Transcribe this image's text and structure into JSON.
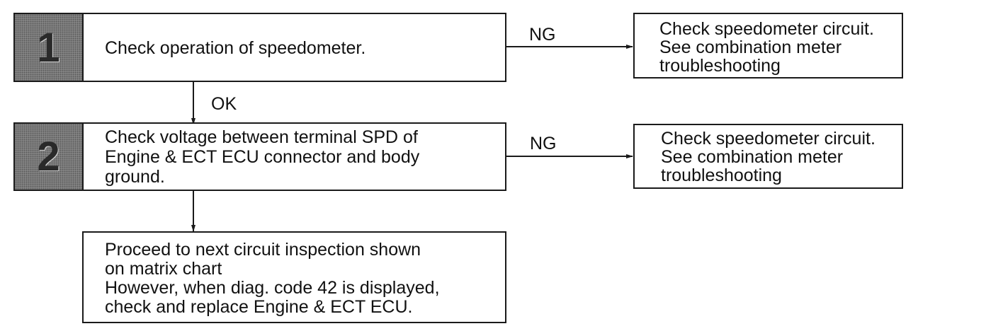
{
  "steps": [
    {
      "number": "1",
      "text_lines": [
        "Check operation of speedometer."
      ],
      "ng_label": "NG",
      "ng_action_lines": [
        "Check speedometer circuit.",
        "See combination meter",
        "troubleshooting"
      ],
      "ok_label": "OK"
    },
    {
      "number": "2",
      "text_lines": [
        "Check voltage between terminal SPD of",
        "Engine & ECT ECU connector and body",
        "ground."
      ],
      "ng_label": "NG",
      "ng_action_lines": [
        "Check speedometer circuit.",
        "See combination meter",
        "troubleshooting"
      ]
    }
  ],
  "final": {
    "text_lines": [
      "Proceed to next circuit inspection shown",
      "on matrix chart",
      "However, when diag. code 42 is displayed,",
      "check and replace Engine & ECT ECU."
    ]
  }
}
